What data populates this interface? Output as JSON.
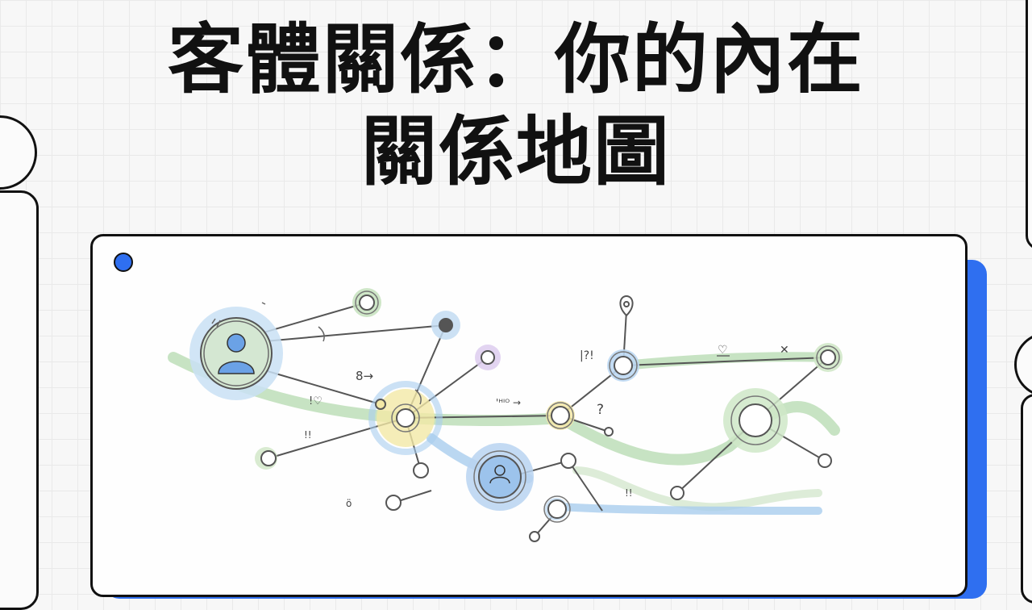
{
  "title": {
    "line1": "客體關係：你的內在",
    "line2": "關係地圖"
  },
  "colors": {
    "accent": "#2f6ff0",
    "green": "#a8d5a8",
    "blue": "#9cc7ee",
    "yellow": "#f3e59a",
    "purple": "#d9c7ef"
  },
  "illustration": {
    "notes": {
      "n1": "8→",
      "n2": "!♡",
      "n3": "!!",
      "n4": "'ᴴᴵᴼ →",
      "n5": "?",
      "n6": "|?!",
      "n7": "♡",
      "n8": "✕",
      "n9": "!!",
      "n10": "ö"
    }
  }
}
